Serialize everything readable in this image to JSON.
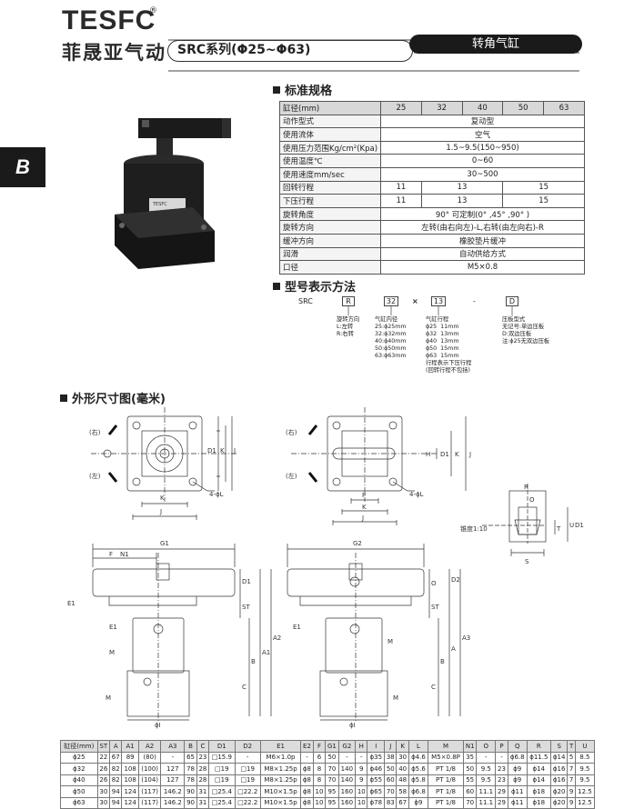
{
  "header": {
    "logo_en": "TESFC",
    "logo_reg": "®",
    "logo_cn": "菲晟亚气动",
    "series": "SRC系列(Φ25~Φ63)",
    "category": "转角气缸",
    "side_tab": "B"
  },
  "sections": {
    "spec": "标准规格",
    "model": "型号表示方法",
    "dims": "外形尺寸图(毫米)"
  },
  "product": {
    "label": "TESFC"
  },
  "spec": {
    "header": [
      "缸径(mm)",
      "25",
      "32",
      "40",
      "50",
      "63"
    ],
    "rows": [
      {
        "label": "动作型式",
        "cells": [
          [
            "复动型",
            5
          ]
        ]
      },
      {
        "label": "使用流体",
        "cells": [
          [
            "空气",
            5
          ]
        ]
      },
      {
        "label": "使用压力范围Kg/cm²(Kpa)",
        "cells": [
          [
            "1.5~9.5(150~950)",
            5
          ]
        ]
      },
      {
        "label": "使用温度℃",
        "cells": [
          [
            "0~60",
            5
          ]
        ]
      },
      {
        "label": "使用速度mm/sec",
        "cells": [
          [
            "30~500",
            5
          ]
        ]
      },
      {
        "label": "回转行程",
        "cells": [
          [
            "11",
            1
          ],
          [
            "13",
            2
          ],
          [
            "15",
            2
          ]
        ]
      },
      {
        "label": "下压行程",
        "cells": [
          [
            "11",
            1
          ],
          [
            "13",
            2
          ],
          [
            "15",
            2
          ]
        ]
      },
      {
        "label": "旋转角度",
        "cells": [
          [
            "90° 可定制(0° ,45° ,90° )",
            5
          ]
        ]
      },
      {
        "label": "旋转方向",
        "cells": [
          [
            "左转(由右向左)-L,右转(由左向右)-R",
            5
          ]
        ]
      },
      {
        "label": "缓冲方向",
        "cells": [
          [
            "橡胶垫片缓冲",
            5
          ]
        ]
      },
      {
        "label": "润滑",
        "cells": [
          [
            "自动供给方式",
            5
          ]
        ]
      },
      {
        "label": "口径",
        "cells": [
          [
            "M5×0.8",
            5
          ]
        ]
      }
    ]
  },
  "model": {
    "prefix": "SRC",
    "box1": "R",
    "box2": "32",
    "sep": "×",
    "box3": "13",
    "dash": "-",
    "box4": "D",
    "desc1": "旋转方向\nL:左转\nR:右转",
    "desc2": "气缸内径\n25:ϕ25mm\n32:ϕ32mm\n40:ϕ40mm\n50:ϕ50mm\n63:ϕ63mm",
    "desc3": "气缸行程\nϕ25  11mm\nϕ32  13mm\nϕ40  13mm\nϕ50  15mm\nϕ63  15mm\n行程表示下压行程\n(回转行程不包括)",
    "desc4": "压板型式\n无记号:单边压板\nD:双边压板\n注:ϕ25无双边压板"
  },
  "drawing": {
    "right": "(右)",
    "left": "(左)",
    "taper": "锥度1:10",
    "L": "4-ϕL"
  },
  "dims": {
    "header": [
      "缸径(mm)",
      "ST",
      "A",
      "A1",
      "A2",
      "A3",
      "B",
      "C",
      "D1",
      "D2",
      "E1",
      "E2",
      "F",
      "G1",
      "G2",
      "H",
      "I",
      "J",
      "K",
      "L",
      "M",
      "N1",
      "O",
      "P",
      "Q",
      "R",
      "S",
      "T",
      "U"
    ],
    "rows": [
      [
        "ϕ25",
        "22",
        "67",
        "89",
        "(80)",
        "-",
        "65",
        "23",
        "□15.9",
        "-",
        "M6×1.0p",
        "-",
        "6",
        "50",
        "-",
        "-",
        "ϕ35",
        "38",
        "30",
        "ϕ4.6",
        "M5×0.8P",
        "35",
        "-",
        "-",
        "ϕ6.8",
        "ϕ11.5",
        "ϕ14",
        "5",
        "8.5"
      ],
      [
        "ϕ32",
        "26",
        "82",
        "108",
        "(100)",
        "127",
        "78",
        "28",
        "□19",
        "□19",
        "M8×1.25p",
        "ϕ8",
        "8",
        "70",
        "140",
        "9",
        "ϕ46",
        "50",
        "40",
        "ϕ5.6",
        "PT 1/8",
        "50",
        "9.5",
        "23",
        "ϕ9",
        "ϕ14",
        "ϕ16",
        "7",
        "9.5"
      ],
      [
        "ϕ40",
        "26",
        "82",
        "108",
        "(104)",
        "127",
        "78",
        "28",
        "□19",
        "□19",
        "M8×1.25p",
        "ϕ8",
        "8",
        "70",
        "140",
        "9",
        "ϕ55",
        "60",
        "48",
        "ϕ5.8",
        "PT 1/8",
        "55",
        "9.5",
        "23",
        "ϕ9",
        "ϕ14",
        "ϕ16",
        "7",
        "9.5"
      ],
      [
        "ϕ50",
        "30",
        "94",
        "124",
        "(117)",
        "146.2",
        "90",
        "31",
        "□25.4",
        "□22.2",
        "M10×1.5p",
        "ϕ8",
        "10",
        "95",
        "160",
        "10",
        "ϕ65",
        "70",
        "58",
        "ϕ6.8",
        "PT 1/8",
        "60",
        "11.1",
        "29",
        "ϕ11",
        "ϕ18",
        "ϕ20",
        "9",
        "12.5"
      ],
      [
        "ϕ63",
        "30",
        "94",
        "124",
        "(117)",
        "146.2",
        "90",
        "31",
        "□25.4",
        "□22.2",
        "M10×1.5p",
        "ϕ8",
        "10",
        "95",
        "160",
        "10",
        "ϕ78",
        "83",
        "67",
        "ϕ9",
        "PT 1/8",
        "70",
        "11.1",
        "29",
        "ϕ11",
        "ϕ18",
        "ϕ20",
        "9",
        "12.5"
      ]
    ]
  }
}
